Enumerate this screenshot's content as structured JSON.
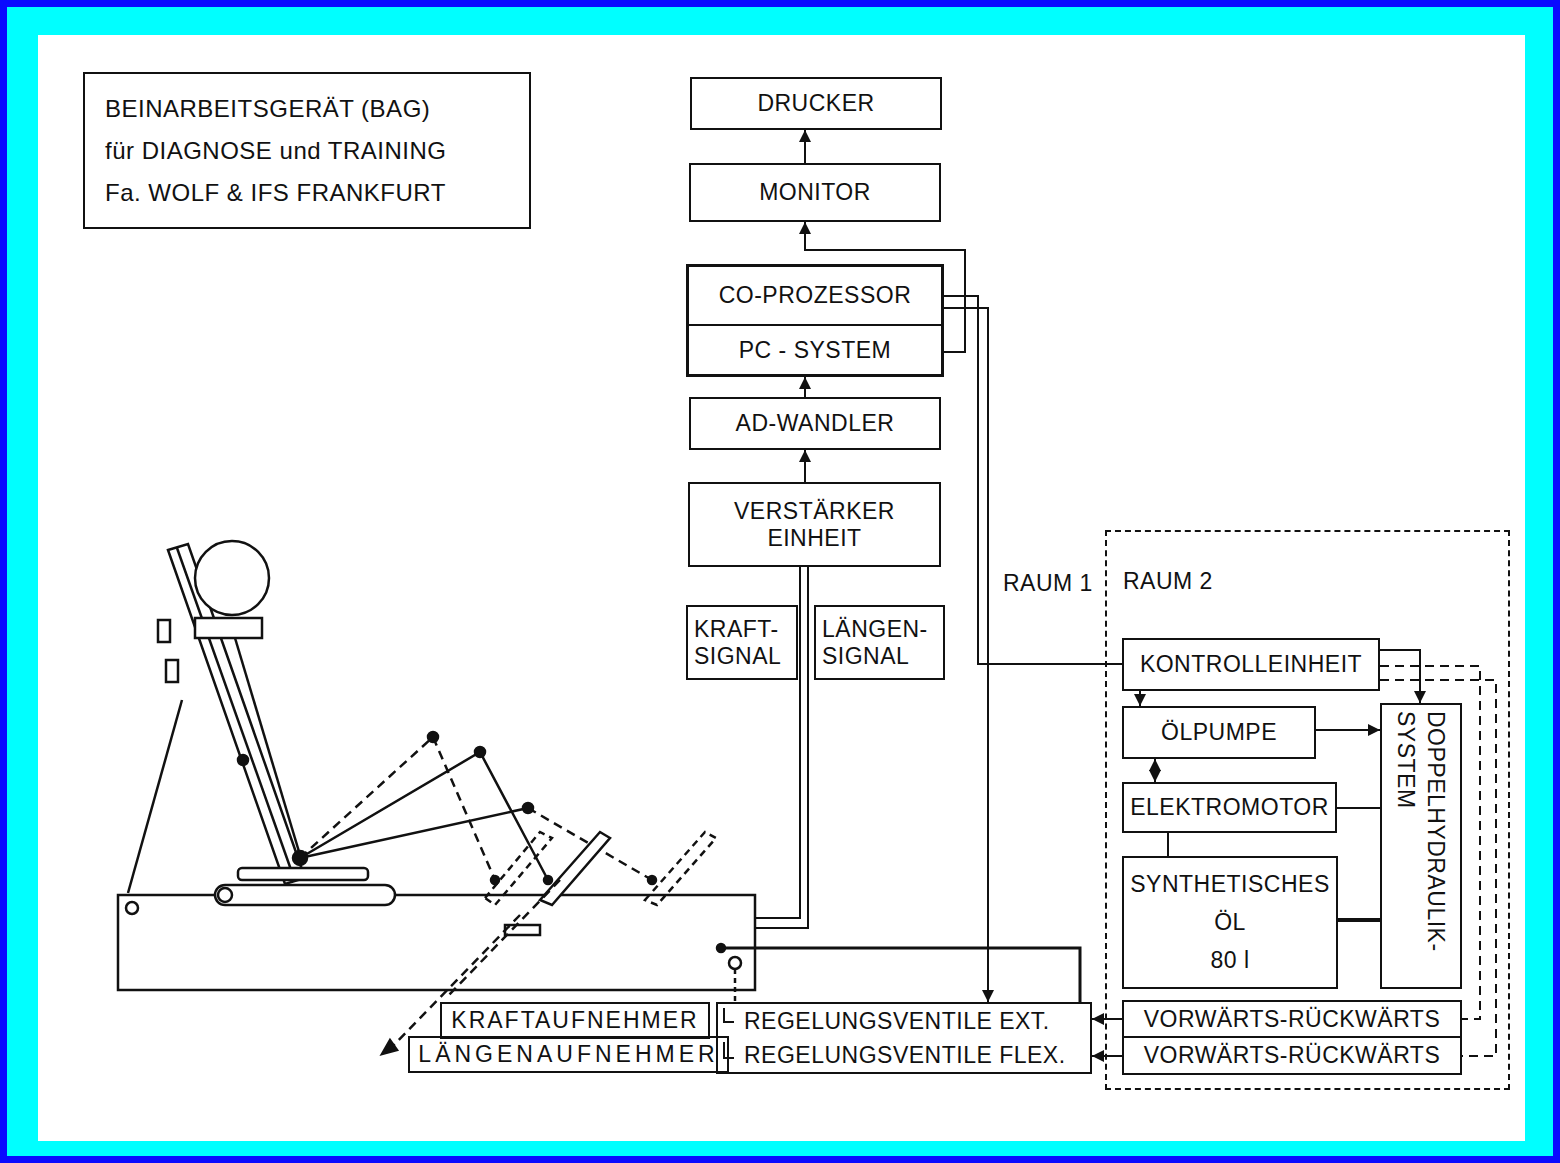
{
  "diagram": {
    "nodes": [
      {
        "text": [
          "BEINARBEITSGERÄT (BAG)",
          "für DIAGNOSE und TRAINING",
          "Fa. WOLF & IFS FRANKFURT"
        ]
      },
      {
        "text": [
          "DRUCKER"
        ]
      },
      {
        "text": [
          "MONITOR"
        ]
      },
      {
        "text": [
          "CO-PROZESSOR"
        ]
      },
      {
        "text": [
          "PC - SYSTEM"
        ]
      },
      {
        "text": [
          "AD-WANDLER"
        ]
      },
      {
        "text": [
          "VERSTÄRKER EINHEIT"
        ]
      },
      {
        "text": [
          "KRAFT- SIGNAL"
        ]
      },
      {
        "text": [
          "LÄNGEN- SIGNAL"
        ]
      },
      {
        "text": [
          "RAUM 2"
        ]
      },
      {
        "text": [
          "KONTROLLEINHEIT"
        ],
        "in": 9
      },
      {
        "text": [
          "ÖLPUMPE"
        ],
        "in": 9
      },
      {
        "text": [
          "ELEKTROMOTOR"
        ],
        "in": 9
      },
      {
        "text": [
          "DOPPELHYDRAULIK- SYSTEM"
        ],
        "in": 9
      },
      {
        "text": [
          "SYNTHETISCHES",
          "ÖL",
          "80 l"
        ],
        "in": 9
      },
      {
        "text": [
          "VORWÄRTS-RÜCKWÄRTS"
        ],
        "in": 9
      },
      {
        "text": [
          "VORWÄRTS-RÜCKWÄRTS"
        ],
        "in": 9
      },
      {
        "text": [
          "KRAFTAUFNEHMER"
        ]
      },
      {
        "text": [
          "REGELUNGSVENTILE EXT."
        ]
      },
      {
        "text": [
          "LÄNGENAUFNEHMER"
        ]
      },
      {
        "text": [
          "REGELUNGSVENTILE FLEX."
        ]
      }
    ],
    "edges": [
      {
        "from": 2,
        "to": 1,
        "arrow": "to"
      },
      {
        "from": 4,
        "to": 2,
        "arrow": "to"
      },
      {
        "from": 5,
        "to": 4,
        "arrow": "to"
      },
      {
        "from": 6,
        "to": 5,
        "arrow": "to"
      },
      {
        "from": 3,
        "to": 10,
        "arrow": "none"
      },
      {
        "from": 3,
        "to": 18,
        "arrow": "to"
      },
      {
        "from": 10,
        "to": 11,
        "arrow": "to"
      },
      {
        "from": 11,
        "to": 12,
        "arrow": "both"
      },
      {
        "from": 12,
        "to": 14,
        "arrow": "none"
      },
      {
        "from": 10,
        "to": 13,
        "arrow": "to"
      },
      {
        "from": 11,
        "to": 13,
        "arrow": "to"
      },
      {
        "from": 12,
        "to": 13,
        "arrow": "none"
      },
      {
        "from": 14,
        "to": 13,
        "arrow": "none"
      },
      {
        "from": 10,
        "to": 15,
        "arrow": "none"
      },
      {
        "from": 10,
        "to": 16,
        "arrow": "none"
      },
      {
        "from": 15,
        "to": 18,
        "arrow": "to"
      },
      {
        "from": 16,
        "to": 20,
        "arrow": "to"
      }
    ],
    "labels": [
      "RAUM 1"
    ]
  }
}
